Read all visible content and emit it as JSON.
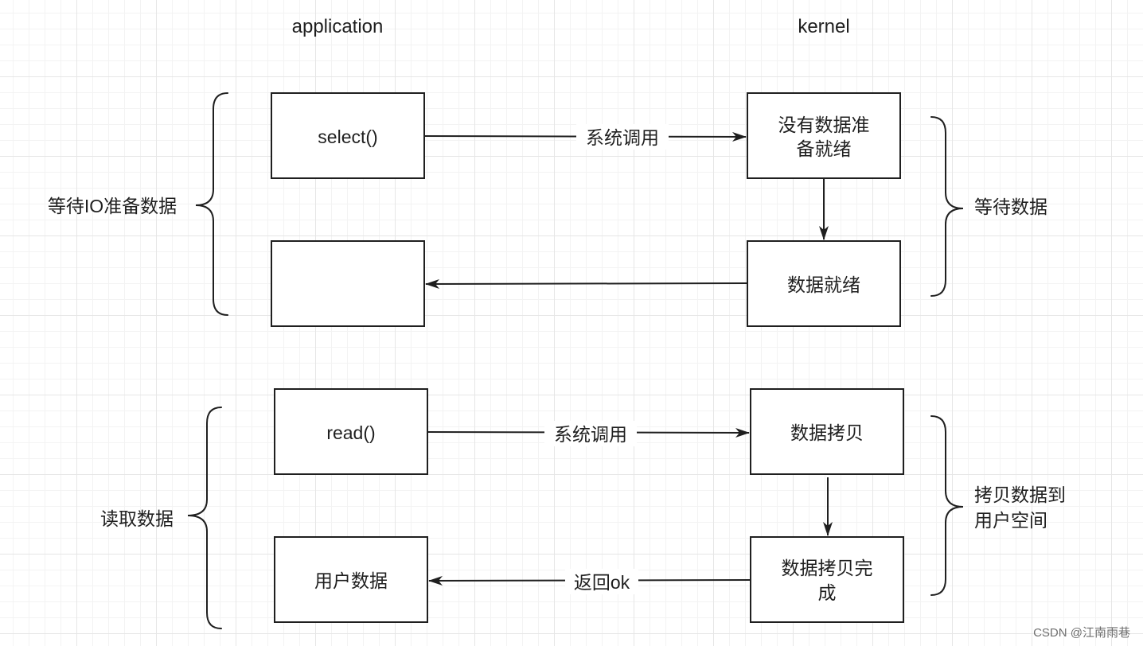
{
  "columns": {
    "application": "application",
    "kernel": "kernel"
  },
  "boxes": {
    "select_call": "select()",
    "empty_return": "",
    "no_data_ready_line1": "没有数据准",
    "no_data_ready_line2": "备就绪",
    "data_ready": "数据就绪",
    "read_call": "read()",
    "user_data": "用户数据",
    "data_copy": "数据拷贝",
    "copy_done_line1": "数据拷贝完",
    "copy_done_line2": "成"
  },
  "edges": {
    "syscall_top": "系统调用",
    "syscall_bottom": "系统调用",
    "return_ok": "返回ok"
  },
  "braces": {
    "wait_io": "等待IO准备数据",
    "wait_data": "等待数据",
    "read_data": "读取数据",
    "copy_line1": "拷贝数据到",
    "copy_line2": "用户空间"
  },
  "watermark": "CSDN @江南雨巷"
}
